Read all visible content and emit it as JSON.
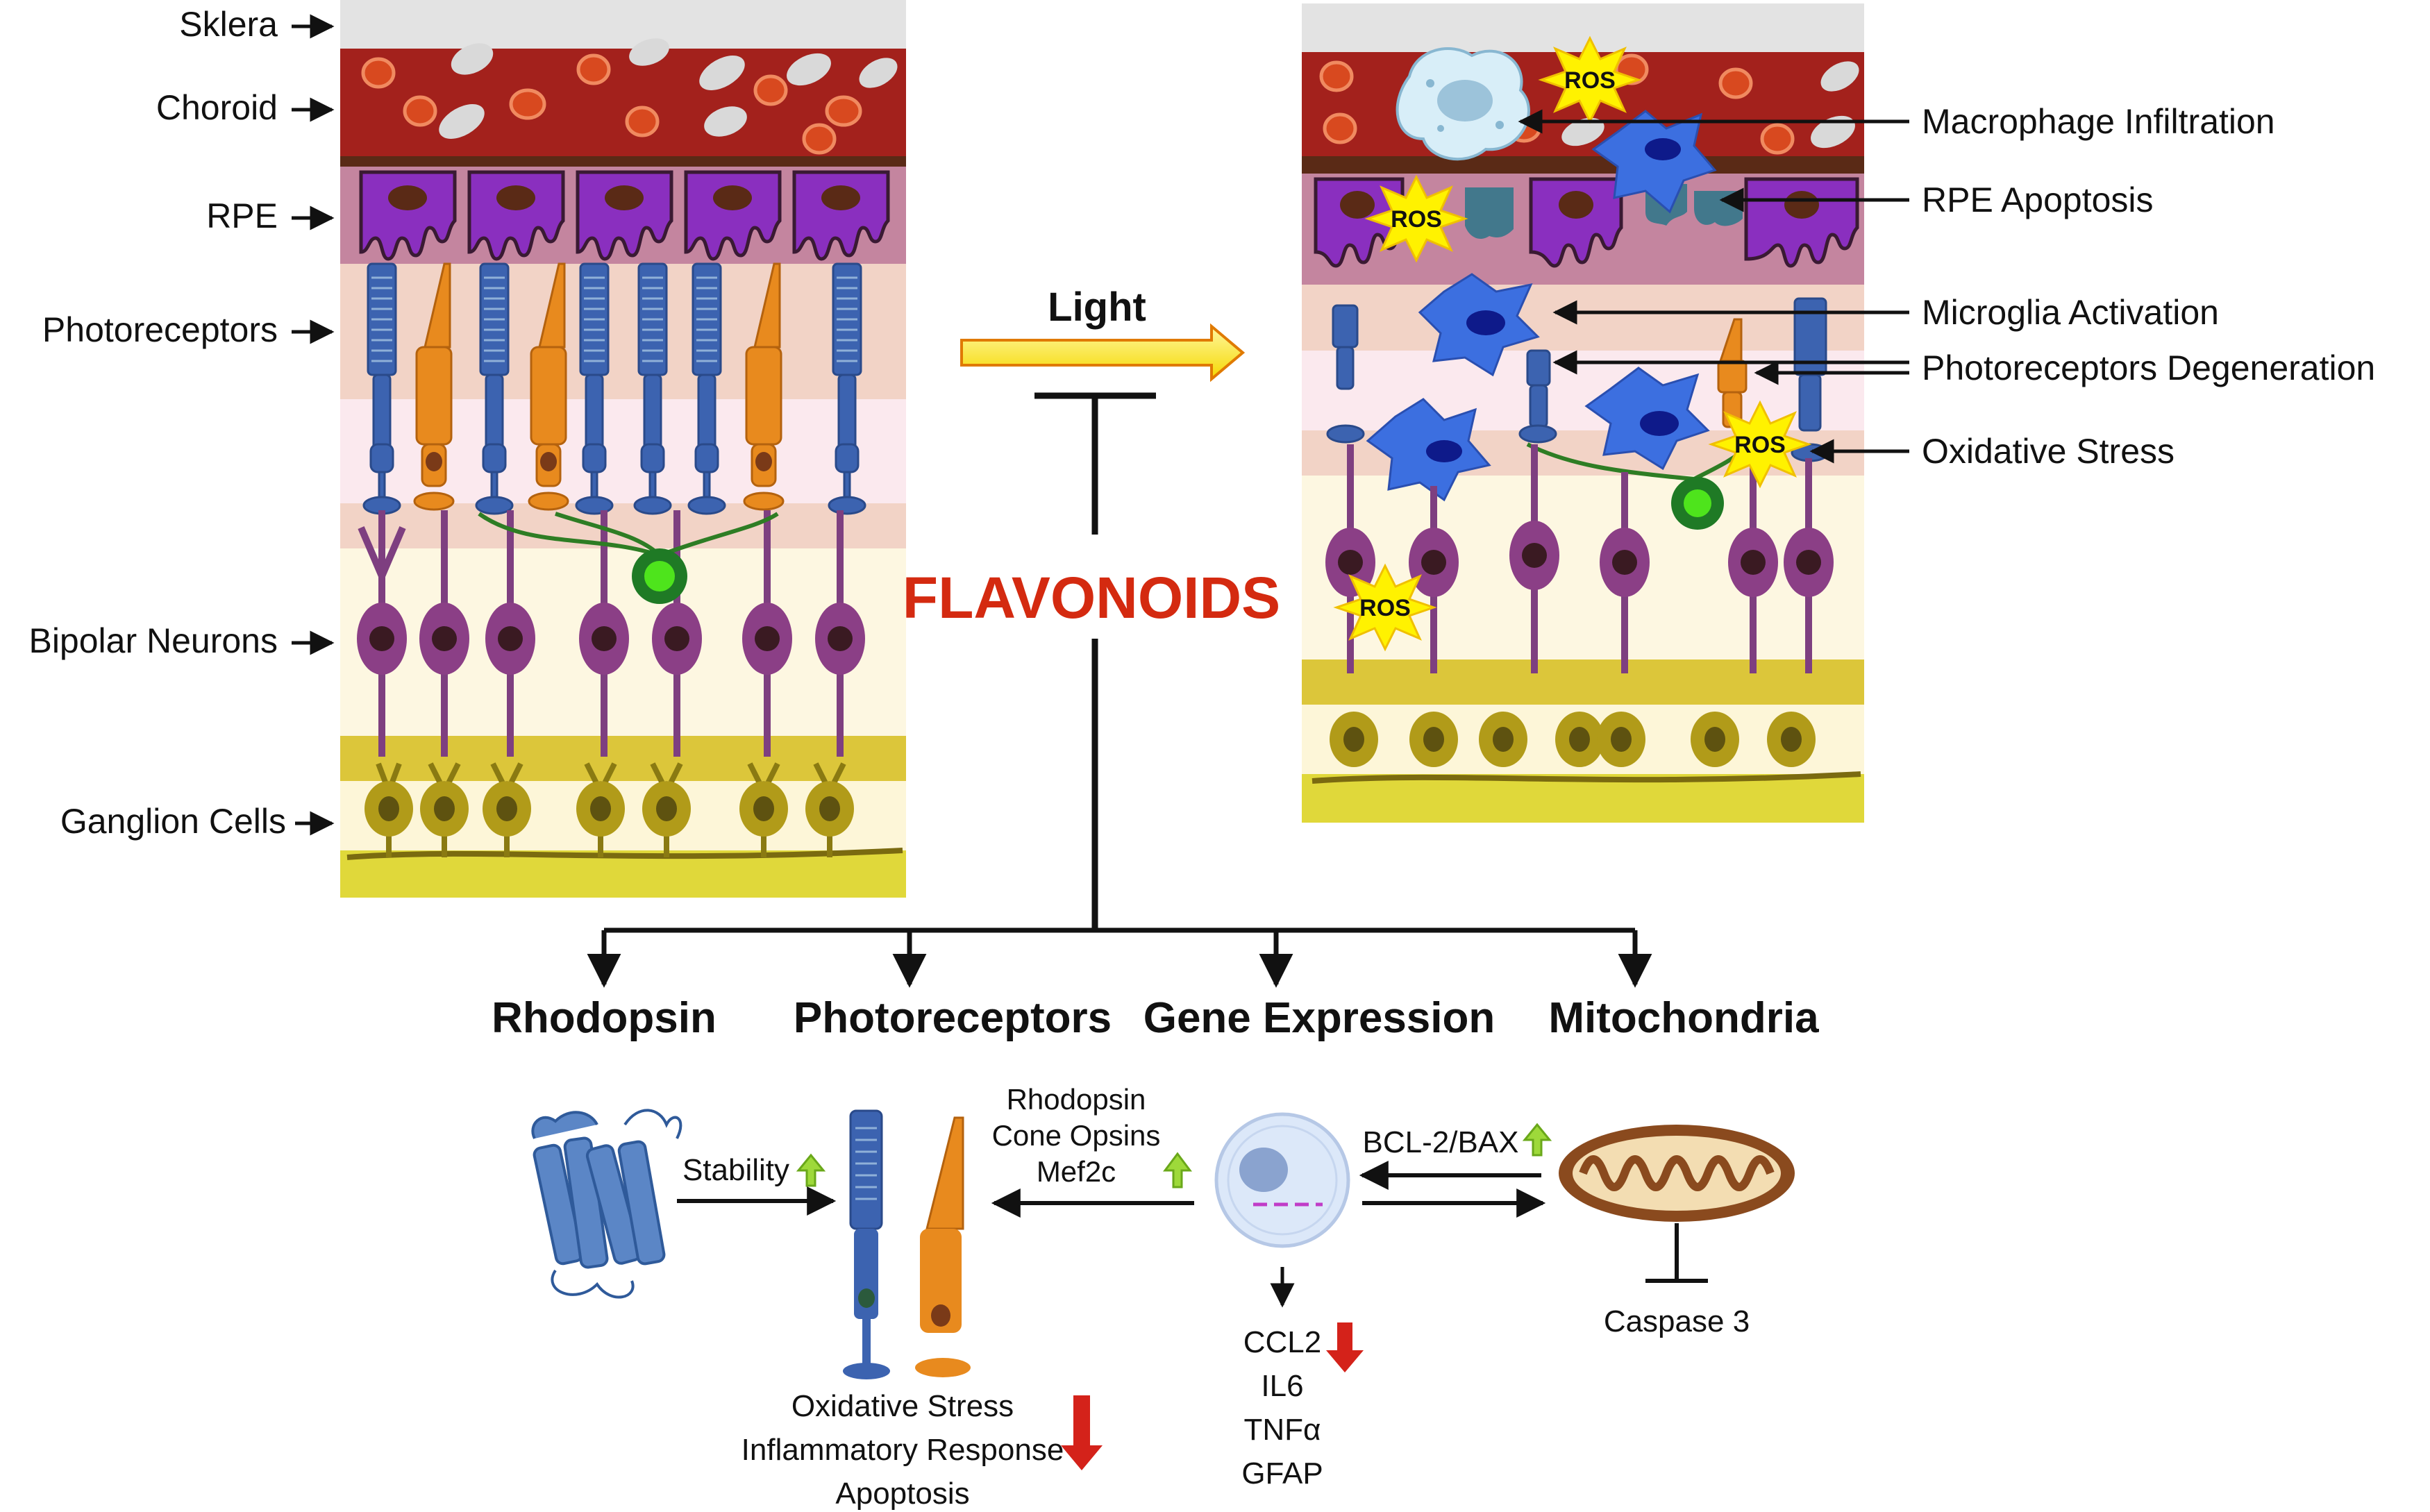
{
  "left_labels": [
    "Sklera",
    "Choroid",
    "RPE",
    "Photoreceptors",
    "Bipolar Neurons",
    "Ganglion Cells"
  ],
  "right_labels": [
    "Macrophage Infiltration",
    "RPE Apoptosis",
    "Microglia Activation",
    "Photoreceptors Degeneration",
    "Oxidative Stress"
  ],
  "ros_label": "ROS",
  "light_label": "Light",
  "flavonoids_label": "FLAVONOIDS",
  "targets": [
    "Rhodopsin",
    "Photoreceptors",
    "Gene Expression",
    "Mitochondria"
  ],
  "mechanisms": {
    "stability": "Stability",
    "genes_up": [
      "Rhodopsin",
      "Cone Opsins",
      "Mef2c"
    ],
    "bcl2_bax": "BCL-2/BAX",
    "caspase": "Caspase 3",
    "effects_down": [
      "Oxidative Stress",
      "Inflammatory Response",
      "Apoptosis"
    ],
    "cytokines_down": [
      "CCL2",
      "IL6",
      "TNFα",
      "GFAP"
    ]
  },
  "colors": {
    "up_arrow": "#9ed93a",
    "down_arrow": "#d4221a",
    "flavonoids": "#d42a10",
    "choroid": "#a3211c",
    "rpe": "#8a2fbf",
    "rod": "#3c63b0",
    "cone": "#e88a1e",
    "bipolar": "#7e3f80",
    "ganglion": "#b19b19",
    "microglia": "#3c6fe0",
    "ros": "#fff200"
  }
}
